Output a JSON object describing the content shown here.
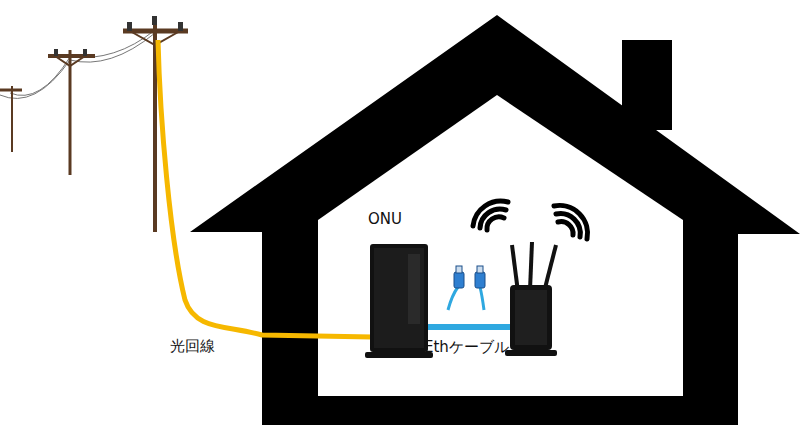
{
  "diagram": {
    "nodes": [
      {
        "text": [
          "ONU"
        ]
      }
    ],
    "labels": [
      "光回線",
      "Ethケーブル"
    ]
  }
}
